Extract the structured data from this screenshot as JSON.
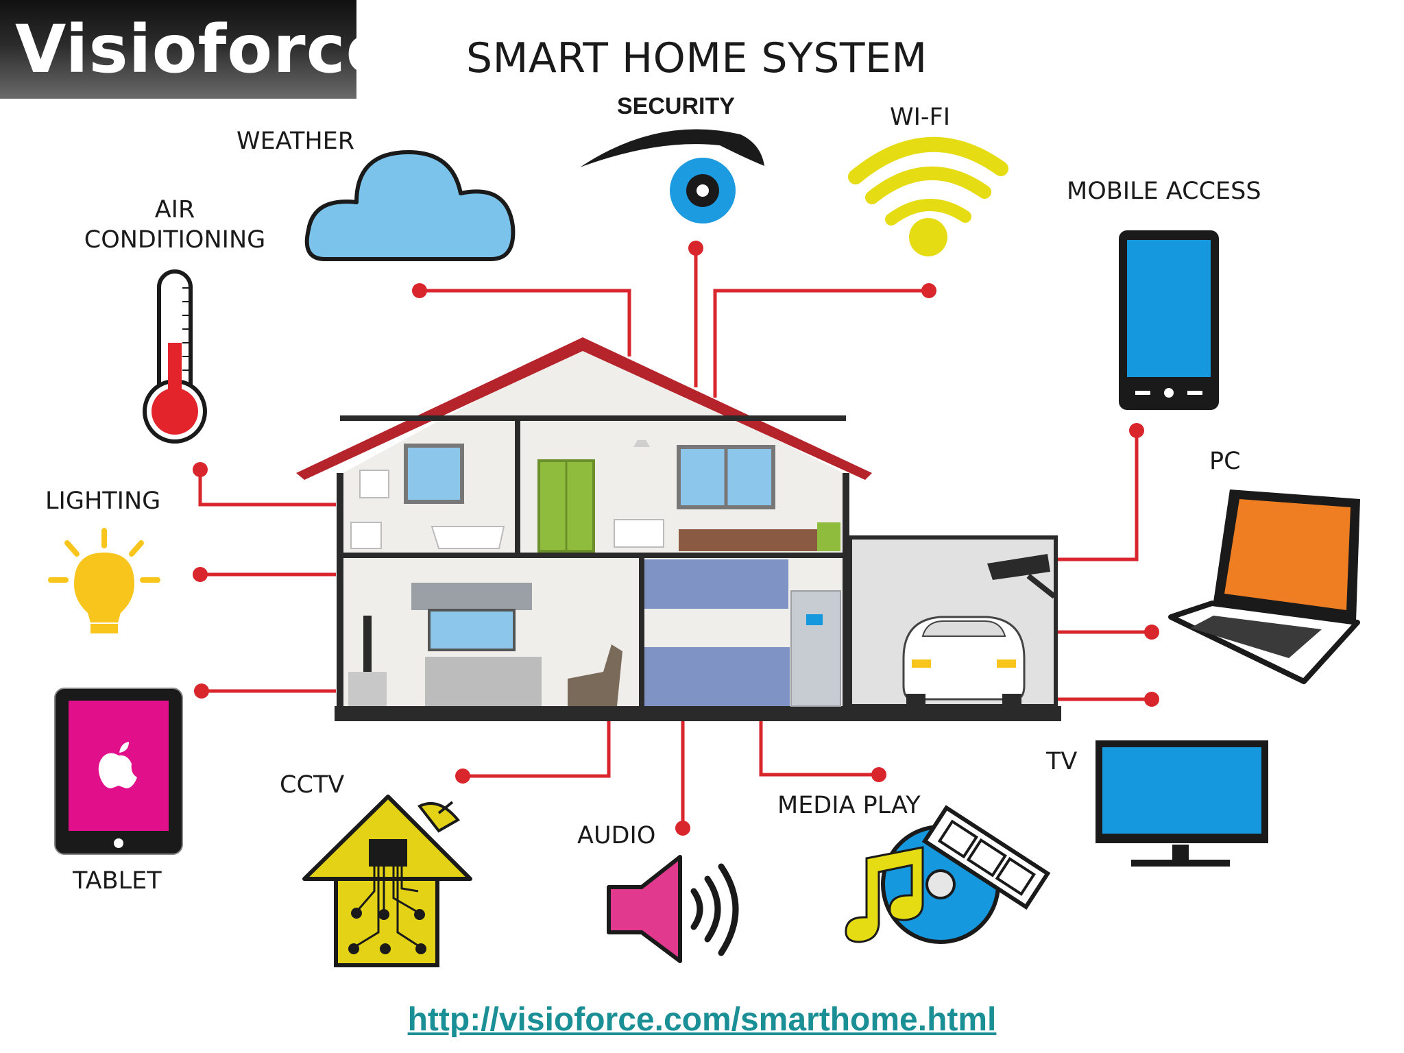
{
  "logo": {
    "text": "Visioforce"
  },
  "title": "SMART HOME SYSTEM",
  "labels": {
    "weather": "WEATHER",
    "security": "SECURITY",
    "wifi": "WI-FI",
    "mobile_access": "MOBILE ACCESS",
    "air_conditioning_line1": "AIR",
    "air_conditioning_line2": "CONDITIONING",
    "pc": "PC",
    "lighting": "LIGHTING",
    "tablet": "TABLET",
    "cctv": "CCTV",
    "audio": "AUDIO",
    "media_play": "MEDIA PLAY",
    "tv": "TV"
  },
  "url": "http://visioforce.com/smarthome.html",
  "colors": {
    "connector": "#d9262c",
    "roof": "#b5232b",
    "cloud": "#7cc3ec",
    "eye": "#1c9be0",
    "wifi": "#e6dc13",
    "phone_screen": "#1598de",
    "laptop_screen": "#ef7d22",
    "tv_screen": "#1598de",
    "tablet_screen": "#e10f8a",
    "bulb": "#f7c51c",
    "thermometer": "#e3242b",
    "cctv_house": "#e3d215",
    "speaker": "#e0398d",
    "disc": "#1598de",
    "url": "#1a8f95"
  },
  "icons": [
    "cloud-icon",
    "eye-icon",
    "wifi-icon",
    "smartphone-icon",
    "thermometer-icon",
    "laptop-icon",
    "lightbulb-icon",
    "tablet-icon",
    "apple-logo-icon",
    "circuit-house-icon",
    "speaker-icon",
    "media-disc-icon",
    "tv-icon",
    "house-icon",
    "car-icon",
    "security-camera-icon"
  ]
}
